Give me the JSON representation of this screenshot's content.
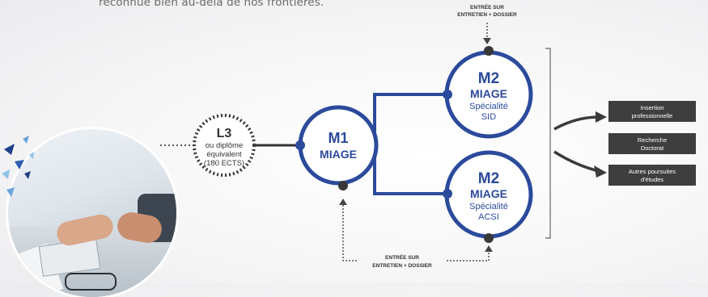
{
  "intro_text": "reconnue bien au-delà de nos frontières.",
  "entry_top": [
    "ENTRÉE SUR",
    "ENTRETIEN + DOSSIER"
  ],
  "entry_bottom": [
    "ENTRÉE SUR",
    "ENTRETIEN + DOSSIER"
  ],
  "l3": {
    "title": "L3",
    "lines": [
      "ou diplôme",
      "équivalent",
      "(180 ECTS)"
    ]
  },
  "m1": {
    "title": "M1",
    "sub": "MIAGE"
  },
  "m2_sid": {
    "title": "M2",
    "sub": "MIAGE",
    "lines": [
      "Spécialité",
      "SID"
    ]
  },
  "m2_acsi": {
    "title": "M2",
    "sub": "MIAGE",
    "lines": [
      "Spécialité",
      "ACSI"
    ]
  },
  "outcomes": [
    [
      "Insertion",
      "professionnelle"
    ],
    [
      "Recherche",
      "Doctorat"
    ],
    [
      "Autres poursuites",
      "d'études"
    ]
  ],
  "colors": {
    "accent": "#2b4a9b",
    "node_dot": "#383838",
    "box": "#3e3e3e",
    "dotted": "#555555"
  }
}
